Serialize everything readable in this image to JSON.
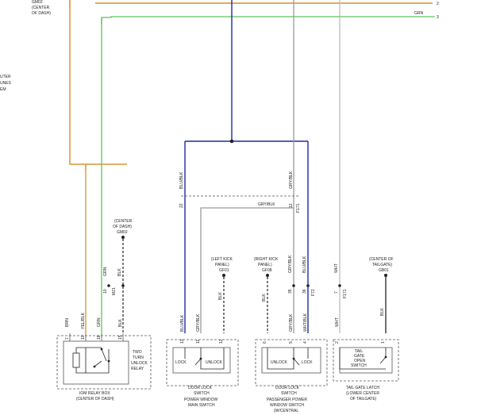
{
  "colors": {
    "orange": "#d8902a",
    "green": "#5fbf5f",
    "blue": "#1f2aa8",
    "gray": "#9a9a9a",
    "black": "#222222",
    "dash": "#555555"
  },
  "top_left": {
    "ground": "GM02",
    "loc1": "(CENTER",
    "loc2": "OF DASH)"
  },
  "left_edge": {
    "l1": "UTER",
    "l2": "UNES",
    "l3": "EM"
  },
  "right_edge": {
    "n2": "2",
    "grn": "GRN",
    "n3": "3"
  },
  "gm02_mid": {
    "loc1": "(CENTER",
    "loc2": "OF DASH)",
    "ground": "GM02"
  },
  "gf01": {
    "loc1": "(LEFT KICK",
    "loc2": "PANEL)",
    "ground": "GF01"
  },
  "gf08": {
    "loc1": "(RIGHT KICK",
    "loc2": "PANEL)",
    "ground": "GF08"
  },
  "gb01": {
    "loc1": "(CENTER OF",
    "loc2": "TAILGATE)",
    "ground": "GB01"
  },
  "wires": {
    "blu_blk_1": "BLU/BLK",
    "gry_blk_1": "GRY/BLK",
    "gry_blk_2": "GRY/BLK",
    "pin22": "22",
    "pin12": "12",
    "f1": "F171",
    "grn1": "GRN",
    "grn2": "GRN",
    "blk1": "BLK",
    "pin10": "10",
    "m21": "M21",
    "blk2": "BLK",
    "blk3": "BLK",
    "gry_blk_3": "GRY/BLK",
    "blu_blk_2": "BLU/BLK",
    "pin35": "35",
    "pin36": "36",
    "f72": "F72",
    "wht1": "WHT",
    "pin7": "7",
    "f171b": "F171",
    "blk4": "BLK",
    "wht2": "WHT"
  },
  "relay": {
    "pins": [
      "7",
      "10",
      "18",
      "15"
    ],
    "wires": [
      "BRN",
      "YEL/BLK",
      "GRN",
      "BLK"
    ],
    "name1": "TWO",
    "name2": "TURN",
    "name3": "UNLOCK",
    "name4": "RELAY",
    "box1": "IOM RELAY BOX",
    "box2": "(CENTER OF DASH)"
  },
  "pwr_switch": {
    "pins": [
      "13",
      "11",
      "12"
    ],
    "wires": [
      "BLU/BLK",
      "GRY/BLK",
      "BLK"
    ],
    "lock": "LOCK",
    "unlock": "UNLOCK",
    "t1": "DOOR LOCK",
    "t2": "SWITCH",
    "t3": "POWER WINDOW",
    "t4": "MAIN SWITCH"
  },
  "pass_switch": {
    "pins": [
      "6",
      "5",
      "4"
    ],
    "wires": [
      "BLK",
      "GRY/BLK",
      "WHT/BLK"
    ],
    "unlock": "UNLOCK",
    "lock": "LOCK",
    "t1": "DOOR LOCK",
    "t2": "SWITCH",
    "t3": "PASSENGER POWER",
    "t4": "WINDOW SWITCH",
    "t5": "(W/CENTRAL"
  },
  "tailgate": {
    "pins": [
      "2",
      "1"
    ],
    "wires": [
      "WHT",
      "BLK"
    ],
    "s1": "TAIL",
    "s2": "GATE",
    "s3": "OPEN",
    "s4": "SWITCH",
    "t1": "TAIL GATE LATCH",
    "t2": "(LOWER CENTER",
    "t3": "OF TAILGATE)"
  }
}
